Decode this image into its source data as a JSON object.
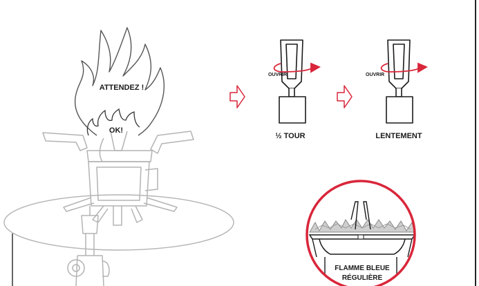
{
  "labels": {
    "wait": "ATTENDEZ !",
    "ok": "OK!",
    "open_1": "OUVRIR",
    "open_2": "OUVRIR",
    "half_turn": "½ TOUR",
    "slowly": "LENTEMENT",
    "flame_line1": "FLAMME BLEUE",
    "flame_line2": "RÉGULIÈRE"
  },
  "colors": {
    "accent": "#d9263a",
    "line": "#b3b3b3",
    "ink": "#1a1a1a"
  },
  "icons": [
    "flame-outline-icon",
    "step-arrow-icon",
    "valve-knob-icon",
    "rotate-arrow-icon",
    "magnifier-circle-icon"
  ]
}
